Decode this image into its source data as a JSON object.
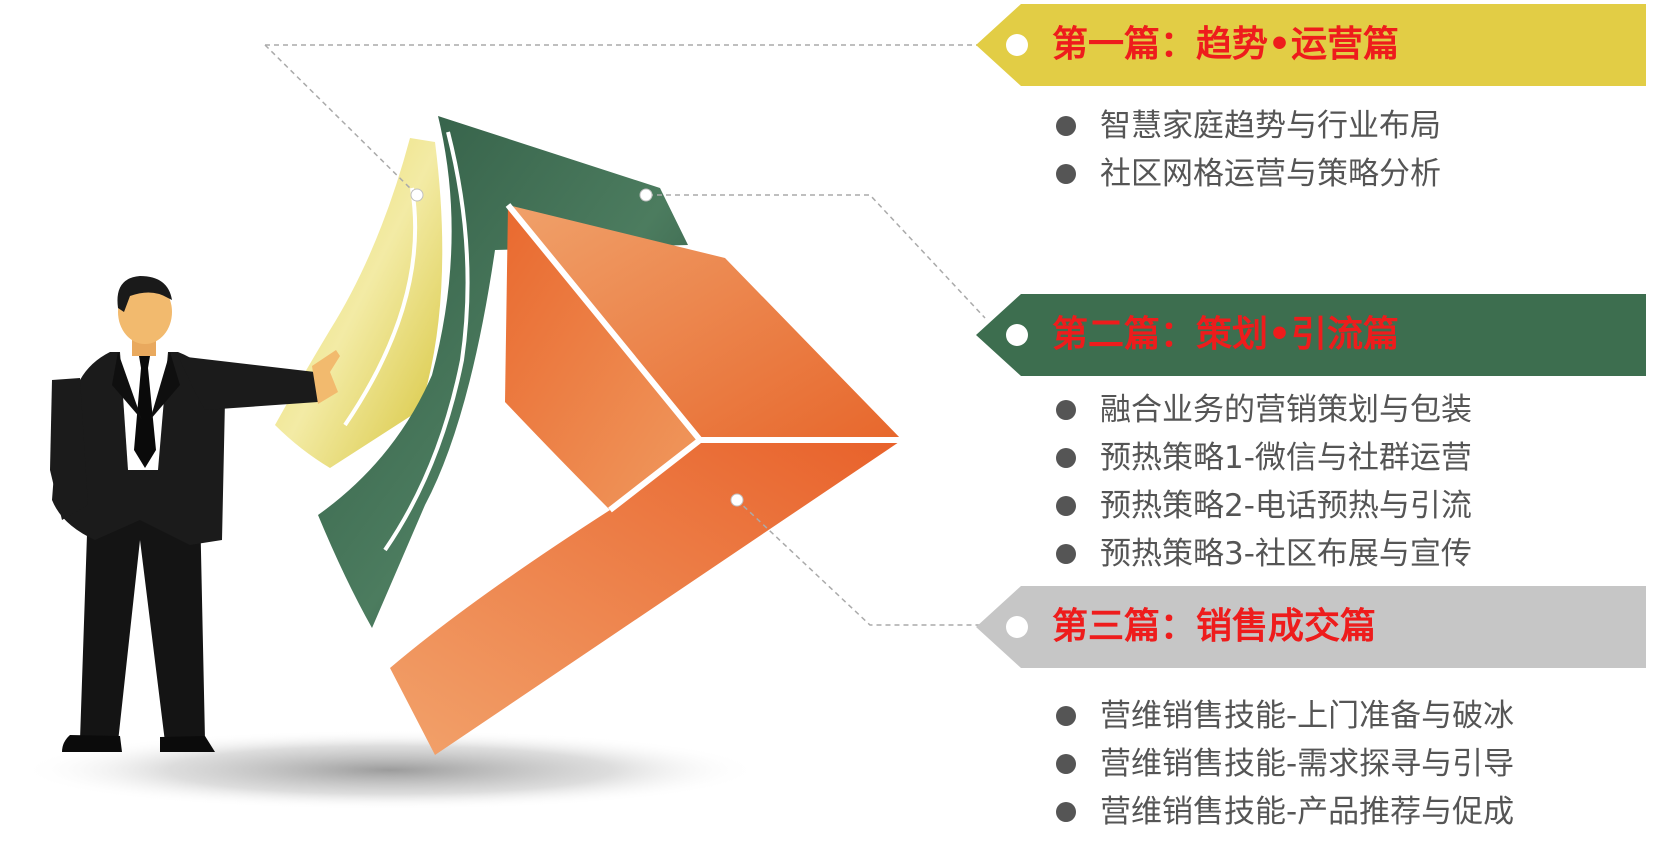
{
  "colors": {
    "yellow": "#e2cd45",
    "green": "#3d6e4f",
    "gray": "#c6c6c6",
    "orange": "#e8622a",
    "title_red": "#ee1c1c",
    "text_gray": "#555555"
  },
  "illustration": {
    "figure": "businessman-in-black-suit-pointing",
    "shape": "3d-arrow-yellow-green-orange"
  },
  "sections": [
    {
      "title": "第一篇：趋势•运营篇",
      "items": [
        "智慧家庭趋势与行业布局",
        "社区网格运营与策略分析"
      ]
    },
    {
      "title": "第二篇：策划•引流篇",
      "items": [
        "融合业务的营销策划与包装",
        "预热策略1-微信与社群运营",
        "预热策略2-电话预热与引流",
        "预热策略3-社区布展与宣传"
      ]
    },
    {
      "title": "第三篇：销售成交篇",
      "items": [
        "营维销售技能-上门准备与破冰",
        "营维销售技能-需求探寻与引导",
        "营维销售技能-产品推荐与促成"
      ]
    }
  ]
}
